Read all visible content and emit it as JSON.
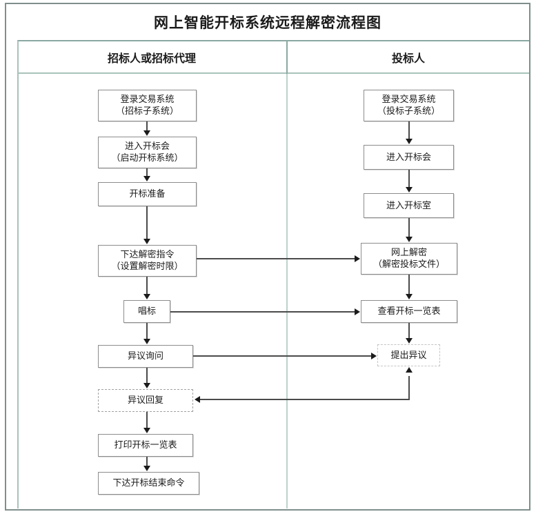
{
  "title": "网上智能开标系统远程解密流程图",
  "lanes": [
    {
      "id": "tenderer",
      "label": "招标人或招标代理"
    },
    {
      "id": "bidder",
      "label": "投标人"
    }
  ],
  "colors": {
    "outer_frame": "#7e8e8c",
    "lane_border": "#a9c2bb",
    "lane_divider": "#bcd2cc",
    "node_border": "#8c8c8c",
    "node_border_dashed": "#a0a0a0",
    "node_border_dashed_light": "#c4c4c4",
    "connector": "#4a4a4a",
    "text": "#1b1b1b",
    "background": "#ffffff"
  },
  "chart_data": {
    "type": "flowchart",
    "title": "网上智能开标系统远程解密流程图",
    "lanes": [
      "招标人或招标代理",
      "投标人"
    ],
    "nodes": [
      {
        "id": "L1",
        "lane": "招标人或招标代理",
        "line1": "登录交易系统",
        "line2": "（招标子系统）",
        "shape": "rect",
        "style": "solid"
      },
      {
        "id": "L2",
        "lane": "招标人或招标代理",
        "line1": "进入开标会",
        "line2": "（启动开标系统）",
        "shape": "rect",
        "style": "solid"
      },
      {
        "id": "L3",
        "lane": "招标人或招标代理",
        "line1": "开标准备",
        "line2": "",
        "shape": "rect",
        "style": "solid"
      },
      {
        "id": "L4",
        "lane": "招标人或招标代理",
        "line1": "下达解密指令",
        "line2": "（设置解密时限）",
        "shape": "rect",
        "style": "solid"
      },
      {
        "id": "L5",
        "lane": "招标人或招标代理",
        "line1": "唱标",
        "line2": "",
        "shape": "rect",
        "style": "solid"
      },
      {
        "id": "L6",
        "lane": "招标人或招标代理",
        "line1": "异议询问",
        "line2": "",
        "shape": "rect",
        "style": "solid"
      },
      {
        "id": "L7",
        "lane": "招标人或招标代理",
        "line1": "异议回复",
        "line2": "",
        "shape": "rect",
        "style": "dashed"
      },
      {
        "id": "L8",
        "lane": "招标人或招标代理",
        "line1": "打印开标一览表",
        "line2": "",
        "shape": "rect",
        "style": "solid"
      },
      {
        "id": "L9",
        "lane": "招标人或招标代理",
        "line1": "下达开标结束命令",
        "line2": "",
        "shape": "rect",
        "style": "solid"
      },
      {
        "id": "R1",
        "lane": "投标人",
        "line1": "登录交易系统",
        "line2": "（投标子系统）",
        "shape": "rect",
        "style": "solid"
      },
      {
        "id": "R2",
        "lane": "投标人",
        "line1": "进入开标会",
        "line2": "",
        "shape": "rect",
        "style": "solid"
      },
      {
        "id": "R3",
        "lane": "投标人",
        "line1": "进入开标室",
        "line2": "",
        "shape": "rect",
        "style": "solid"
      },
      {
        "id": "R4",
        "lane": "投标人",
        "line1": "网上解密",
        "line2": "（解密投标文件）",
        "shape": "rect",
        "style": "solid"
      },
      {
        "id": "R5",
        "lane": "投标人",
        "line1": "查看开标一览表",
        "line2": "",
        "shape": "rect",
        "style": "solid"
      },
      {
        "id": "R6",
        "lane": "投标人",
        "line1": "提出异议",
        "line2": "",
        "shape": "rect",
        "style": "dashed-light"
      }
    ],
    "edges": [
      {
        "from": "L1",
        "to": "L2",
        "direction": "down"
      },
      {
        "from": "L2",
        "to": "L3",
        "direction": "down"
      },
      {
        "from": "L3",
        "to": "L4",
        "direction": "down"
      },
      {
        "from": "L4",
        "to": "L5",
        "direction": "down"
      },
      {
        "from": "L5",
        "to": "L6",
        "direction": "down"
      },
      {
        "from": "L6",
        "to": "L7",
        "direction": "down"
      },
      {
        "from": "L7",
        "to": "L8",
        "direction": "down"
      },
      {
        "from": "L8",
        "to": "L9",
        "direction": "down"
      },
      {
        "from": "R1",
        "to": "R2",
        "direction": "down"
      },
      {
        "from": "R2",
        "to": "R3",
        "direction": "down"
      },
      {
        "from": "R3",
        "to": "R4",
        "direction": "down"
      },
      {
        "from": "R4",
        "to": "R5",
        "direction": "down"
      },
      {
        "from": "R5",
        "to": "R6",
        "direction": "down"
      },
      {
        "from": "L4",
        "to": "R4",
        "direction": "right"
      },
      {
        "from": "L5",
        "to": "R5",
        "direction": "right"
      },
      {
        "from": "L6",
        "to": "R6",
        "direction": "right"
      },
      {
        "from": "R6",
        "to": "L7",
        "direction": "left"
      }
    ]
  }
}
